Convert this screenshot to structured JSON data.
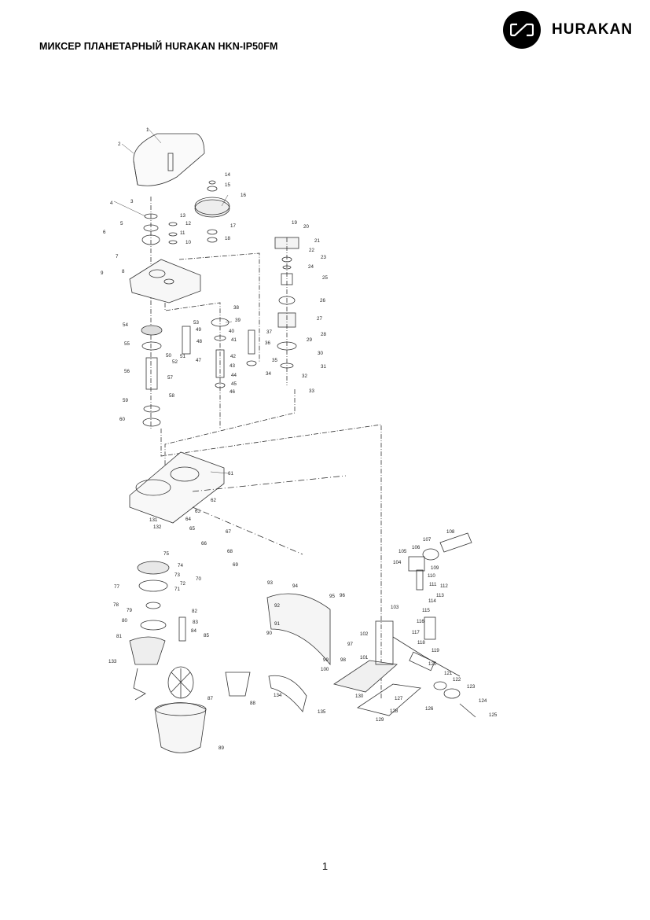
{
  "header": {
    "title": "МИКСЕР ПЛАНЕТАРНЫЙ HURAKAN HKN-IP50FM",
    "logo_text": "HURAKAN",
    "logo_icon": "hurakan-logo-icon"
  },
  "diagram": {
    "part_numbers": [
      "1",
      "2",
      "3",
      "4",
      "5",
      "6",
      "7",
      "8",
      "9",
      "10",
      "11",
      "12",
      "13",
      "14",
      "15",
      "16",
      "17",
      "18",
      "19",
      "20",
      "21",
      "22",
      "23",
      "24",
      "25",
      "26",
      "27",
      "28",
      "29",
      "30",
      "31",
      "32",
      "33",
      "34",
      "35",
      "36",
      "37",
      "38",
      "39",
      "40",
      "41",
      "42",
      "43",
      "44",
      "45",
      "46",
      "47",
      "48",
      "49",
      "50",
      "51",
      "52",
      "53",
      "54",
      "55",
      "56",
      "57",
      "58",
      "59",
      "60",
      "61",
      "62",
      "63",
      "64",
      "65",
      "66",
      "67",
      "68",
      "69",
      "70",
      "71",
      "72",
      "73",
      "74",
      "75",
      "77",
      "78",
      "79",
      "80",
      "81",
      "82",
      "83",
      "84",
      "85",
      "87",
      "88",
      "89",
      "90",
      "91",
      "92",
      "93",
      "94",
      "95",
      "96",
      "97",
      "98",
      "99",
      "100",
      "101",
      "102",
      "103",
      "104",
      "105",
      "106",
      "107",
      "108",
      "109",
      "110",
      "111",
      "112",
      "113",
      "114",
      "115",
      "116",
      "117",
      "118",
      "119",
      "120",
      "121",
      "122",
      "123",
      "124",
      "125",
      "126",
      "127",
      "128",
      "129",
      "130",
      "131",
      "132",
      "133",
      "134",
      "135"
    ]
  },
  "footer": {
    "page_number": "1"
  }
}
